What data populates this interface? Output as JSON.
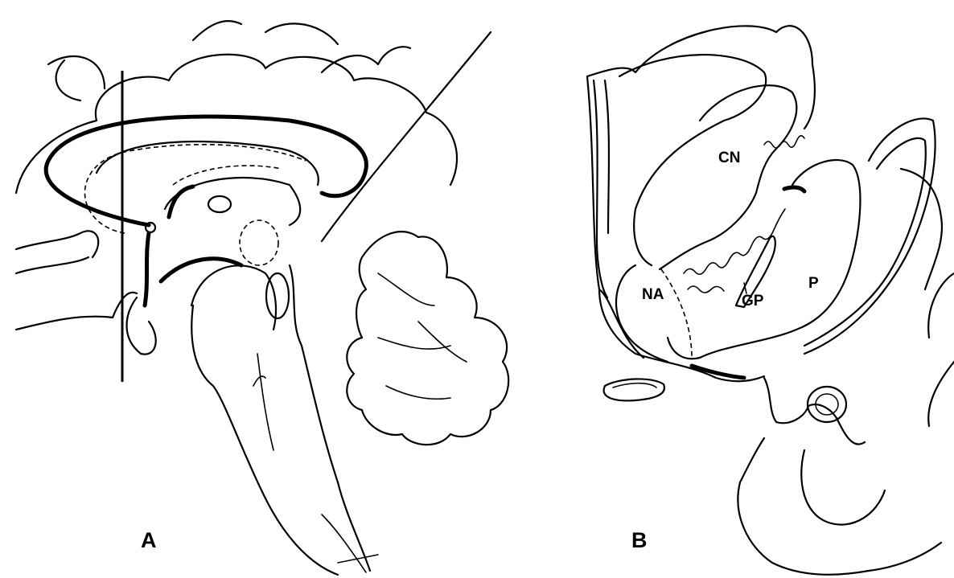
{
  "panel_a": {
    "panel_label": "A"
  },
  "panel_b": {
    "panel_label": "B",
    "labels": {
      "caudate_nucleus": "CN",
      "nucleus_accumbens": "NA",
      "globus_pallidus": "GP",
      "putamen": "P"
    }
  }
}
